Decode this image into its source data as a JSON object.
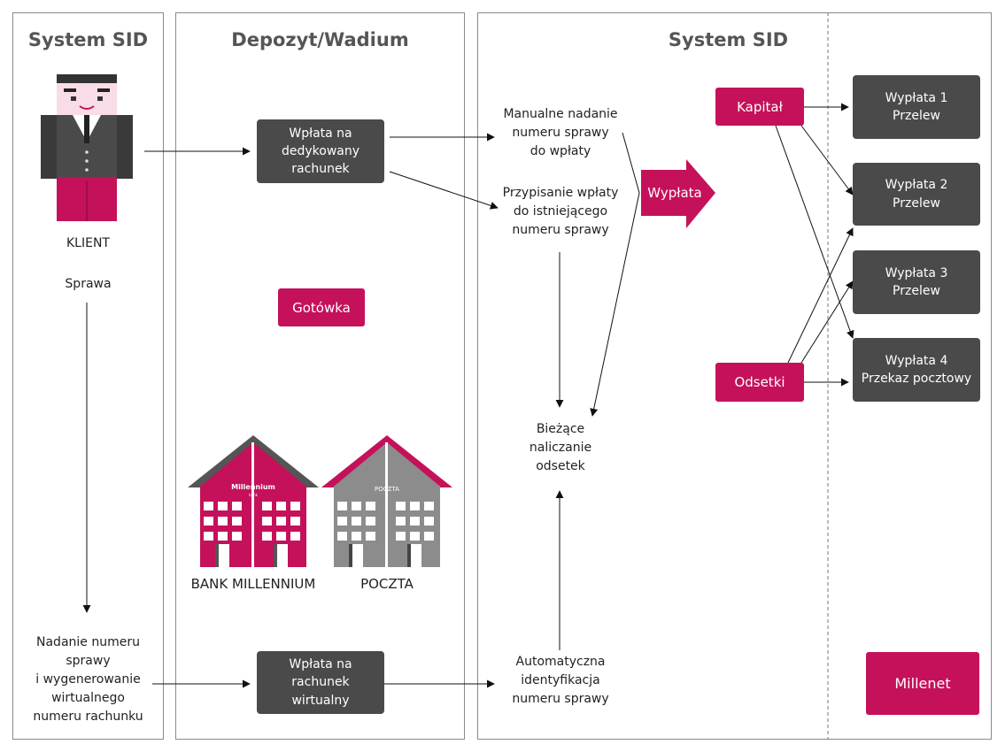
{
  "columns": {
    "left_title": "System SID",
    "middle_title": "Depozyt/Wadium",
    "right_title": "System SID"
  },
  "client": {
    "label": "KLIENT",
    "case": "Sprawa",
    "virtual_account_step": "Nadanie numeru\nsprawy\ni wygenerowanie\nwirtualnego\nnumeru rachunku"
  },
  "deposit": {
    "dedicated_account": "Wpłata na\ndedykowany\nrachunek",
    "cash": "Gotówka",
    "bank_logo_text": "Millennium",
    "bank_logo_subtext": "bank",
    "post_logo_text": "POCZTA",
    "bank_label": "BANK MILLENNIUM",
    "post_label": "POCZTA",
    "virtual_account": "Wpłata na\nrachunek\nwirtualny"
  },
  "sid": {
    "manual": "Manualne nadanie\nnumeru sprawy\ndo wpłaty",
    "assign": "Przypisanie wpłaty\ndo istniejącego\nnumeru sprawy",
    "payout_arrow": "Wypłata",
    "interest": "Bieżące\nnaliczanie\nodsetek",
    "auto": "Automatyczna\nidentyfikacja\nnumeru sprawy",
    "capital": "Kapitał",
    "interest_box": "Odsetki"
  },
  "payouts": [
    "Wypłata 1\nPrzelew",
    "Wypłata 2\nPrzelew",
    "Wypłata 3\nPrzelew",
    "Wypłata 4\nPrzekaz pocztowy"
  ],
  "millenet": "Millenet",
  "colors": {
    "accent": "#c5115a",
    "dark_box": "#4a4a4a",
    "panel_border": "#8a8a8a",
    "title_gray": "#555555",
    "post_building": "#8c8c8c"
  }
}
